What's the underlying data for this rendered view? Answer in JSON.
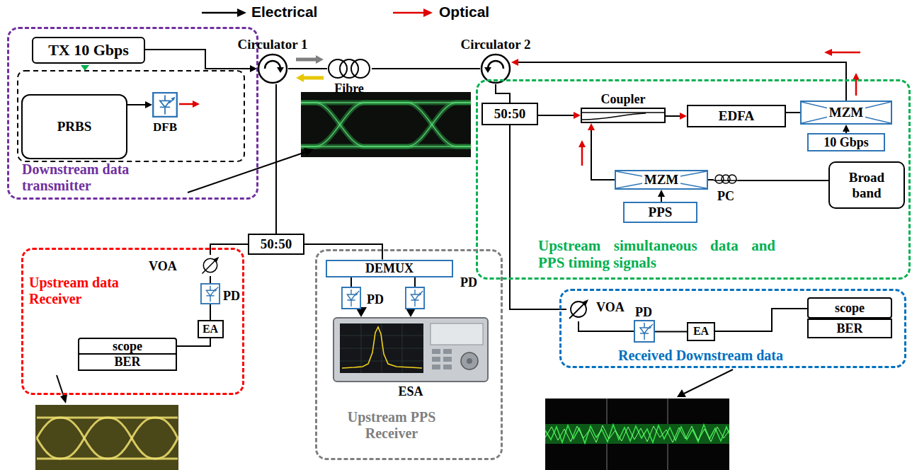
{
  "diagram": {
    "nodes": [
      {
        "text": [
          "Downstream data transmitter"
        ]
      },
      {
        "text": [
          "TX 10 Gbps"
        ],
        "in": 0
      },
      {
        "text": [
          "PRBS"
        ],
        "in": 0
      },
      {
        "text": [
          "DFB"
        ],
        "in": 0
      },
      {
        "text": [
          "Circulator 1"
        ]
      },
      {
        "text": [
          "Fibre"
        ]
      },
      {
        "text": [
          "Circulator 2"
        ]
      },
      {
        "text": [
          "Upstream simultaneous data and PPS timing signals"
        ]
      },
      {
        "text": [
          "50:50"
        ],
        "in": 7
      },
      {
        "text": [
          "Coupler"
        ],
        "in": 7
      },
      {
        "text": [
          "EDFA"
        ],
        "in": 7
      },
      {
        "text": [
          "MZM"
        ],
        "in": 7
      },
      {
        "text": [
          "10 Gbps"
        ],
        "in": 7
      },
      {
        "text": [
          "MZM"
        ],
        "in": 7
      },
      {
        "text": [
          "PPS"
        ],
        "in": 7
      },
      {
        "text": [
          "PC"
        ],
        "in": 7
      },
      {
        "text": [
          "Broad band"
        ],
        "in": 7
      },
      {
        "text": [
          "50:50"
        ]
      },
      {
        "text": [
          "Upstream data Receiver"
        ]
      },
      {
        "text": [
          "VOA"
        ],
        "in": 18
      },
      {
        "text": [
          "PD"
        ],
        "in": 18
      },
      {
        "text": [
          "EA"
        ],
        "in": 18
      },
      {
        "text": [
          "scope"
        ],
        "in": 18
      },
      {
        "text": [
          "BER"
        ],
        "in": 18
      },
      {
        "text": [
          "Upstream PPS Receiver"
        ]
      },
      {
        "text": [
          "DEMUX"
        ],
        "in": 24
      },
      {
        "text": [
          "PD"
        ],
        "in": 24
      },
      {
        "text": [
          "PD"
        ],
        "in": 24
      },
      {
        "text": [
          "ESA"
        ],
        "in": 24
      },
      {
        "text": [
          "Received Downstream data"
        ]
      },
      {
        "text": [
          "VOA"
        ],
        "in": 29
      },
      {
        "text": [
          "PD"
        ],
        "in": 29
      },
      {
        "text": [
          "EA"
        ],
        "in": 29
      },
      {
        "text": [
          "scope"
        ],
        "in": 29
      },
      {
        "text": [
          "BER"
        ],
        "in": 29
      }
    ],
    "edges": [
      {
        "from": 1,
        "to": 4,
        "arrow": "to"
      },
      {
        "from": 2,
        "to": 3,
        "arrow": "to"
      },
      {
        "from": 4,
        "to": 5,
        "arrow": "none"
      },
      {
        "from": 5,
        "to": 6,
        "arrow": "none"
      },
      {
        "from": 6,
        "to": 8,
        "arrow": "none"
      },
      {
        "from": 8,
        "to": 9,
        "arrow": "to"
      },
      {
        "from": 9,
        "to": 10,
        "arrow": "to"
      },
      {
        "from": 10,
        "to": 11,
        "arrow": "none"
      },
      {
        "from": 12,
        "to": 11,
        "arrow": "to"
      },
      {
        "from": 11,
        "to": 6,
        "arrow": "to"
      },
      {
        "from": 16,
        "to": 15,
        "arrow": "none"
      },
      {
        "from": 15,
        "to": 13,
        "arrow": "none"
      },
      {
        "from": 14,
        "to": 13,
        "arrow": "to"
      },
      {
        "from": 13,
        "to": 9,
        "arrow": "to"
      },
      {
        "from": 4,
        "to": 17,
        "arrow": "none"
      },
      {
        "from": 17,
        "to": 19,
        "arrow": "none"
      },
      {
        "from": 19,
        "to": 20,
        "arrow": "none"
      },
      {
        "from": 20,
        "to": 21,
        "arrow": "none"
      },
      {
        "from": 21,
        "to": 22,
        "arrow": "none"
      },
      {
        "from": 17,
        "to": 25,
        "arrow": "none"
      },
      {
        "from": 25,
        "to": 26,
        "arrow": "none"
      },
      {
        "from": 25,
        "to": 27,
        "arrow": "none"
      },
      {
        "from": 26,
        "to": 28,
        "arrow": "to"
      },
      {
        "from": 27,
        "to": 28,
        "arrow": "to"
      },
      {
        "from": 8,
        "to": 30,
        "arrow": "none"
      },
      {
        "from": 30,
        "to": 31,
        "arrow": "none"
      },
      {
        "from": 31,
        "to": 32,
        "arrow": "none"
      },
      {
        "from": 32,
        "to": 33,
        "arrow": "none"
      }
    ],
    "legend": [
      {
        "text": "Electrical"
      },
      {
        "text": "Optical"
      }
    ]
  }
}
